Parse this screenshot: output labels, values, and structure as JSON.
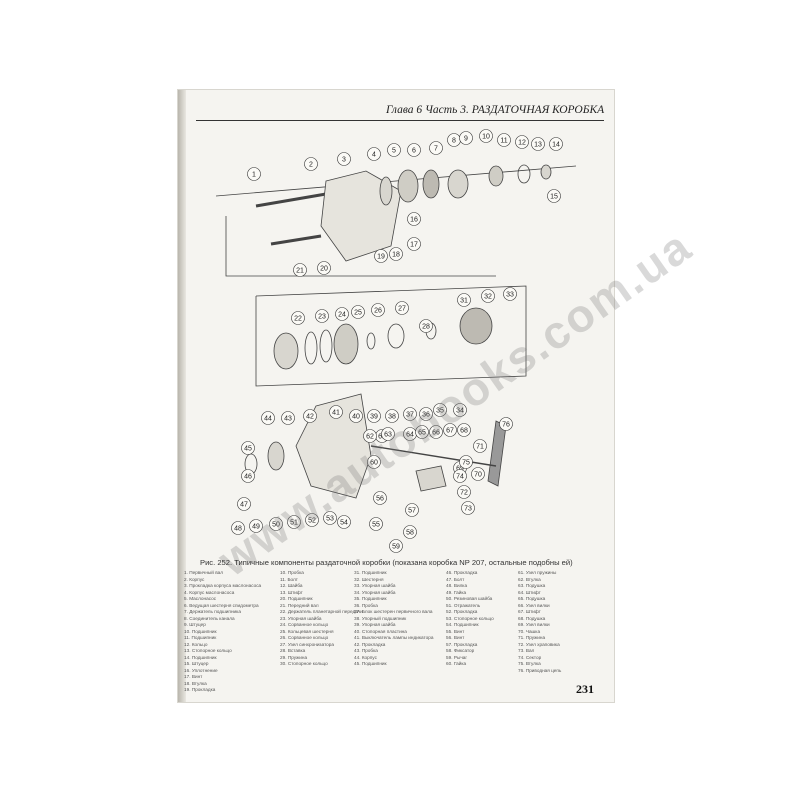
{
  "header": {
    "title": "Глава 6 Часть 3. РАЗДАТОЧНАЯ КОРОБКА"
  },
  "figure": {
    "caption": "Рис. 252. Типичные компоненты раздаточной коробки (показана коробка NP 207, остальные подобны ей)",
    "callouts": {
      "upper": [
        "1",
        "2",
        "3",
        "4",
        "5",
        "6",
        "7",
        "8",
        "9",
        "10",
        "11",
        "12",
        "13",
        "14",
        "15",
        "16",
        "17",
        "18",
        "19",
        "20",
        "21"
      ],
      "middle": [
        "22",
        "23",
        "24",
        "25",
        "26",
        "27",
        "28",
        "31",
        "32",
        "33",
        "34",
        "35",
        "36",
        "37",
        "38",
        "39",
        "40"
      ],
      "lower": [
        "41",
        "42",
        "43",
        "44",
        "45",
        "46",
        "47",
        "48",
        "49",
        "50",
        "51",
        "52",
        "53",
        "54",
        "55",
        "56",
        "57",
        "58",
        "59",
        "60",
        "61",
        "62",
        "63",
        "64",
        "65",
        "66",
        "67",
        "68",
        "69",
        "70",
        "71",
        "72",
        "73",
        "74",
        "75",
        "76"
      ]
    }
  },
  "legend": [
    [
      "1. Первичный вал",
      "2. Корпус",
      "3. Прокладка корпуса маслонасоса",
      "4. Корпус маслонасоса",
      "5. Маслонасос",
      "6. Ведущая шестерня спидометра",
      "7. Держатель подшипника",
      "8. Соединитель канала",
      "9. Штуцер",
      "10. Подшипник",
      "11. Подшипник",
      "12. Кольцо",
      "13. Стопорное кольцо",
      "14. Подшипник",
      "15. Штуцер",
      "16. Уплотнение",
      "17. Винт",
      "18. Втулка",
      "19. Прокладка"
    ],
    [
      "10. Пробка",
      "11. Болт",
      "12. Шайба",
      "13. Штифт",
      "20. Подшипник",
      "21. Передний вал",
      "22. Держатель планетарной передачи",
      "23. Упорная шайба",
      "24. Сорванное кольцо",
      "25. Кольцевая шестерня",
      "26. Сорванное кольцо",
      "27. Узел синхронизатора",
      "28. Вставка",
      "29. Пружина",
      "30. Стопорное кольцо"
    ],
    [
      "31. Подшипник",
      "32. Шестерня",
      "33. Упорная шайба",
      "34. Упорная шайба",
      "35. Подшипник",
      "36. Пробка",
      "37. Блок шестерен первичного вала",
      "38. Упорный подшипник",
      "39. Упорная шайба",
      "40. Стопорная пластина",
      "41. Выключатель лампы индикатора",
      "42. Прокладка",
      "43. Пробка",
      "44. Корпус",
      "45. Подшипник"
    ],
    [
      "46. Прокладка",
      "47. Болт",
      "48. Вилка",
      "49. Гайка",
      "50. Резиновая шайба",
      "51. Отражатель",
      "52. Прокладка",
      "53. Стопорное кольцо",
      "54. Подшипник",
      "55. Винт",
      "56. Винт",
      "57. Прокладка",
      "58. Фиксатор",
      "59. Рычаг",
      "60. Гайка"
    ],
    [
      "61. Узел пружины",
      "62. Втулка",
      "63. Подушка",
      "64. Штифт",
      "65. Подушка",
      "66. Узел вилки",
      "67. Штифт",
      "68. Подушка",
      "69. Узел вилки",
      "70. Чашка",
      "71. Пружина",
      "72. Узел храповика",
      "73. Вал",
      "74. Сектор",
      "75. Втулка",
      "76. Приводная цепь"
    ]
  ],
  "page_number": "231",
  "watermark": "www.autobooks.com.ua"
}
